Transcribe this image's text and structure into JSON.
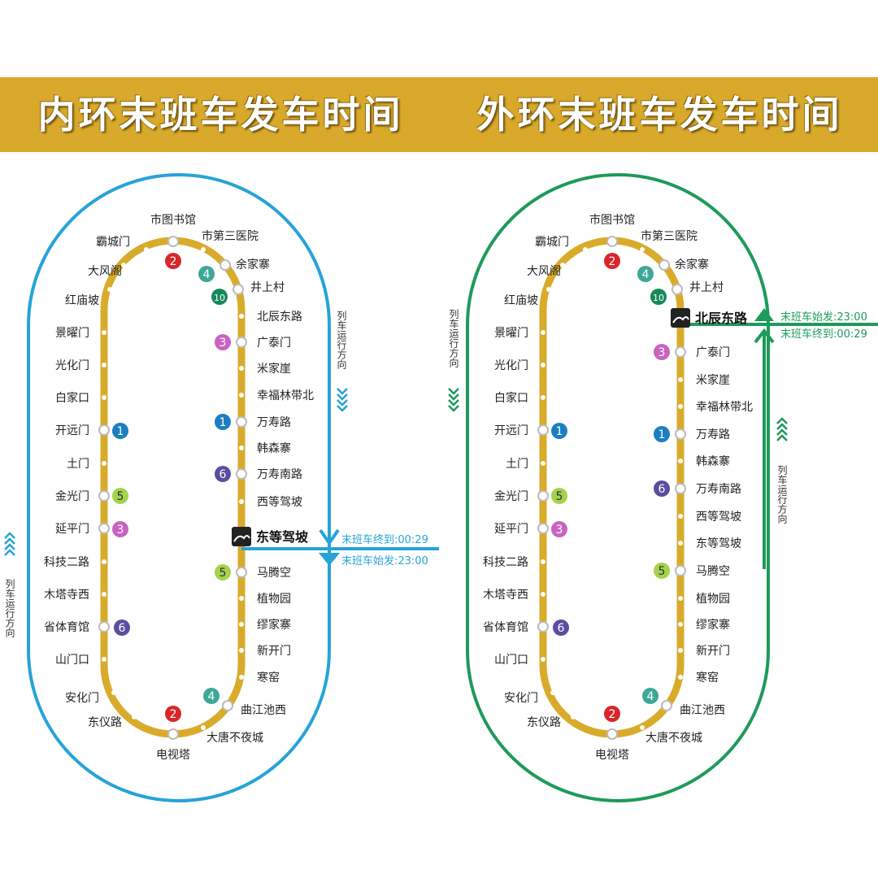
{
  "panels": [
    {
      "title": "内环末班车发车时间",
      "loop_color": "#27a3d8",
      "direction_label": "列车运行方向",
      "terminal": {
        "name": "东等驾坡",
        "arrive": "末班车终到:00:29",
        "depart": "末班车始发:23:00"
      },
      "stations": [
        {
          "name": "市图书馆",
          "lines": [
            "2"
          ]
        },
        {
          "name": "霸城门",
          "lines": []
        },
        {
          "name": "大风阁",
          "lines": []
        },
        {
          "name": "红庙坡",
          "lines": []
        },
        {
          "name": "景曜门",
          "lines": []
        },
        {
          "name": "光化门",
          "lines": []
        },
        {
          "name": "白家口",
          "lines": []
        },
        {
          "name": "开远门",
          "lines": [
            "1"
          ]
        },
        {
          "name": "土门",
          "lines": []
        },
        {
          "name": "金光门",
          "lines": [
            "5"
          ]
        },
        {
          "name": "延平门",
          "lines": [
            "3"
          ]
        },
        {
          "name": "科技二路",
          "lines": []
        },
        {
          "name": "木塔寺西",
          "lines": []
        },
        {
          "name": "省体育馆",
          "lines": [
            "6"
          ]
        },
        {
          "name": "山门口",
          "lines": []
        },
        {
          "name": "安化门",
          "lines": []
        },
        {
          "name": "东仪路",
          "lines": []
        },
        {
          "name": "电视塔",
          "lines": [
            "2"
          ]
        },
        {
          "name": "市第三医院",
          "lines": []
        },
        {
          "name": "余家寨",
          "lines": [
            "4"
          ]
        },
        {
          "name": "井上村",
          "lines": [
            "10"
          ]
        },
        {
          "name": "北辰东路",
          "lines": []
        },
        {
          "name": "广泰门",
          "lines": [
            "3"
          ]
        },
        {
          "name": "米家崖",
          "lines": []
        },
        {
          "name": "幸福林带北",
          "lines": []
        },
        {
          "name": "万寿路",
          "lines": [
            "1"
          ]
        },
        {
          "name": "韩森寨",
          "lines": []
        },
        {
          "name": "万寿南路",
          "lines": [
            "6"
          ]
        },
        {
          "name": "西等驾坡",
          "lines": []
        },
        {
          "name": "东等驾坡",
          "lines": []
        },
        {
          "name": "马腾空",
          "lines": [
            "5"
          ]
        },
        {
          "name": "植物园",
          "lines": []
        },
        {
          "name": "缪家寨",
          "lines": []
        },
        {
          "name": "新开门",
          "lines": []
        },
        {
          "name": "寒窑",
          "lines": []
        },
        {
          "name": "曲江池西",
          "lines": [
            "4"
          ]
        },
        {
          "name": "大唐不夜城",
          "lines": []
        }
      ]
    },
    {
      "title": "外环末班车发车时间",
      "loop_color": "#1e9a5a",
      "direction_label": "列车运行方向",
      "terminal": {
        "name": "北辰东路",
        "arrive": "末班车终到:00:29",
        "depart": "末班车始发:23:00"
      },
      "stations": [
        {
          "name": "市图书馆",
          "lines": [
            "2"
          ]
        },
        {
          "name": "霸城门",
          "lines": []
        },
        {
          "name": "大风阁",
          "lines": []
        },
        {
          "name": "红庙坡",
          "lines": []
        },
        {
          "name": "景曜门",
          "lines": []
        },
        {
          "name": "光化门",
          "lines": []
        },
        {
          "name": "白家口",
          "lines": []
        },
        {
          "name": "开远门",
          "lines": [
            "1"
          ]
        },
        {
          "name": "土门",
          "lines": []
        },
        {
          "name": "金光门",
          "lines": [
            "5"
          ]
        },
        {
          "name": "延平门",
          "lines": [
            "3"
          ]
        },
        {
          "name": "科技二路",
          "lines": []
        },
        {
          "name": "木塔寺西",
          "lines": []
        },
        {
          "name": "省体育馆",
          "lines": [
            "6"
          ]
        },
        {
          "name": "山门口",
          "lines": []
        },
        {
          "name": "安化门",
          "lines": []
        },
        {
          "name": "东仪路",
          "lines": []
        },
        {
          "name": "电视塔",
          "lines": [
            "2"
          ]
        },
        {
          "name": "市第三医院",
          "lines": []
        },
        {
          "name": "余家寨",
          "lines": [
            "4"
          ]
        },
        {
          "name": "井上村",
          "lines": [
            "10"
          ]
        },
        {
          "name": "北辰东路",
          "lines": []
        },
        {
          "name": "广泰门",
          "lines": [
            "3"
          ]
        },
        {
          "name": "米家崖",
          "lines": []
        },
        {
          "name": "幸福林带北",
          "lines": []
        },
        {
          "name": "万寿路",
          "lines": [
            "1"
          ]
        },
        {
          "name": "韩森寨",
          "lines": []
        },
        {
          "name": "万寿南路",
          "lines": [
            "6"
          ]
        },
        {
          "name": "西等驾坡",
          "lines": []
        },
        {
          "name": "东等驾坡",
          "lines": []
        },
        {
          "name": "马腾空",
          "lines": [
            "5"
          ]
        },
        {
          "name": "植物园",
          "lines": []
        },
        {
          "name": "缪家寨",
          "lines": []
        },
        {
          "name": "新开门",
          "lines": []
        },
        {
          "name": "寒窑",
          "lines": []
        },
        {
          "name": "曲江池西",
          "lines": [
            "4"
          ]
        },
        {
          "name": "大唐不夜城",
          "lines": []
        }
      ]
    }
  ],
  "line_colors": {
    "1": "#1a7fc1",
    "2": "#d8262b",
    "3": "#c864c0",
    "4": "#3ea898",
    "5": "#a6d24a",
    "6": "#5a4ea0",
    "10": "#17885a"
  },
  "track_color": "#d9ab2b"
}
